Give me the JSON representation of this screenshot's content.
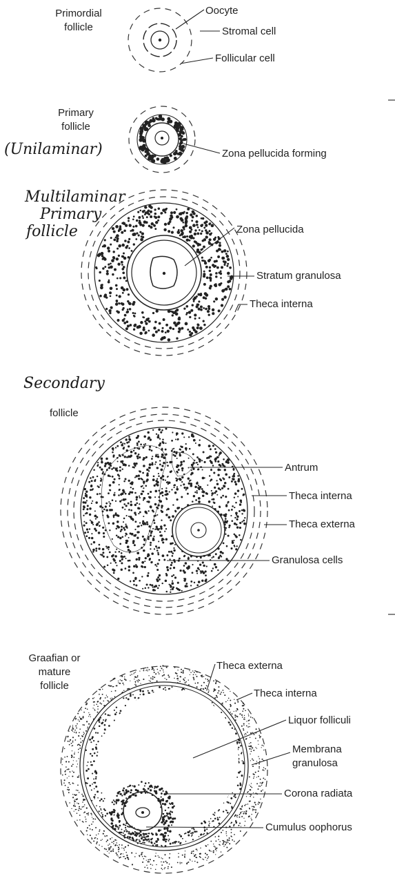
{
  "diagram": {
    "stage1": {
      "title": [
        "Primordial",
        "follicle"
      ],
      "labels": [
        "Oocyte",
        "Stromal cell",
        "Follicular cell"
      ]
    },
    "stage2": {
      "title": [
        "Primary",
        "follicle"
      ],
      "note": "(Unilaminar)",
      "labels": [
        "Zona pellucida forming"
      ]
    },
    "stage3": {
      "title": [
        "Multilaminar",
        "Primary",
        "follicle"
      ],
      "labels": [
        "Zona pellucida",
        "Stratum granulosa",
        "Theca interna"
      ]
    },
    "stage4": {
      "title": [
        "Secondary",
        "follicle"
      ],
      "labels": [
        "Antrum",
        "Theca interna",
        "Theca externa",
        "Granulosa cells"
      ]
    },
    "stage5": {
      "title": [
        "Graafian or",
        "mature",
        "follicle"
      ],
      "labels": [
        "Theca externa",
        "Theca interna",
        "Liquor folliculi",
        "Membrana",
        "granulosa",
        "Corona radiata",
        "Cumulus oophorus"
      ]
    }
  }
}
